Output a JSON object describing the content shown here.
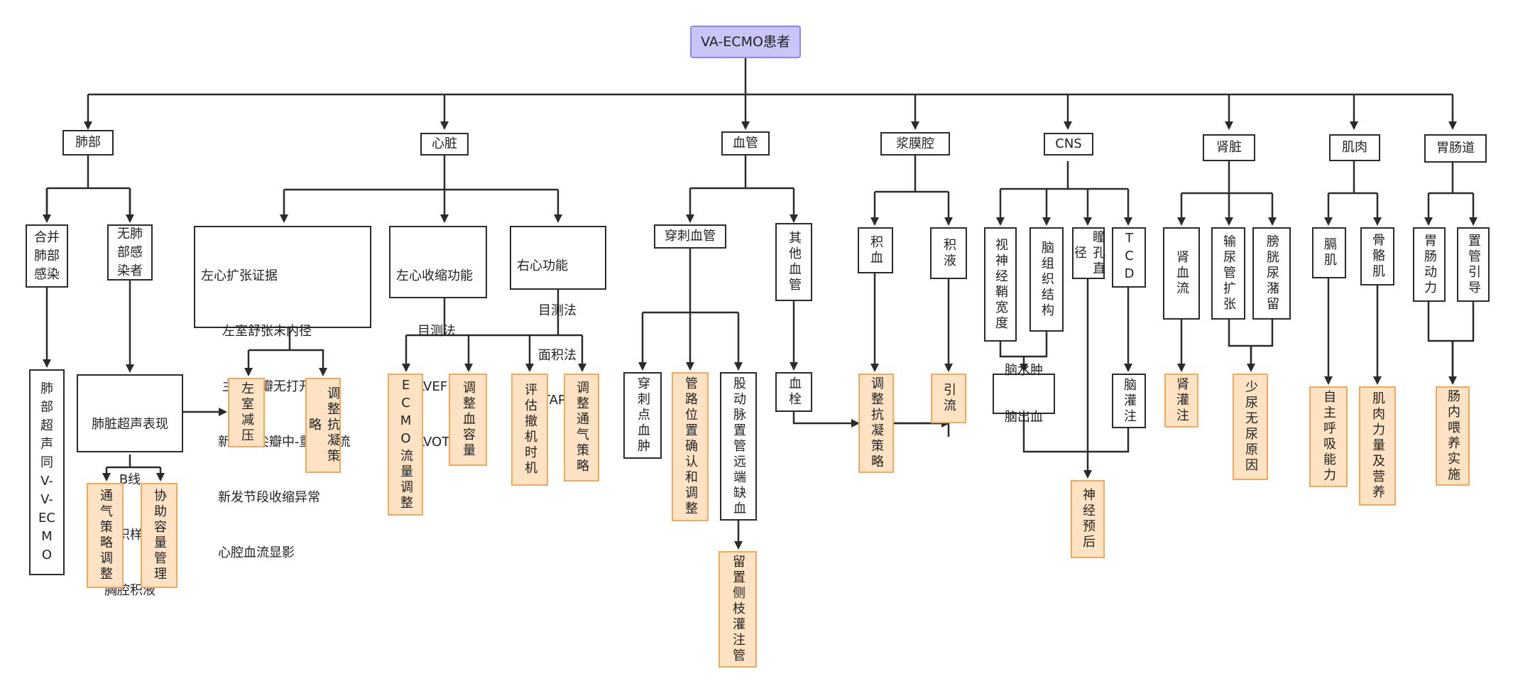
{
  "root": "VA-ECMO患者",
  "lung": {
    "title": "肺部",
    "a": "合并肺部感染",
    "b": "无肺部感染者",
    "us_same": "肺部超声同V-V-ECMO",
    "us_lines": [
      "肺脏超声表现",
      "B线",
      "组织样征",
      "胸腔积液"
    ],
    "o1": "通气策略调整",
    "o2": "协助容量管理"
  },
  "heart": {
    "title": "心脏",
    "lv_dilate": [
      "左心扩张证据",
      "左室舒张末内径",
      "主动脉瓣无打开",
      "新发二尖瓣中-重度反流",
      "新发节段收缩异常",
      "心腔血流显影"
    ],
    "lv_sys": [
      "左心收缩功能",
      "目测法",
      "LVEF",
      "LVOT  VTI"
    ],
    "rv": [
      "右心功能",
      "目测法",
      "面积法",
      "TAPSE"
    ],
    "o_decomp": "左室减压",
    "o_anticoag": "调整抗凝策略",
    "o_ecmo": "ECMO流量调整",
    "o_volume": "调整血容量",
    "o_wean": "评估撤机时机",
    "o_vent": "调整通气策略"
  },
  "vessel": {
    "title": "血管",
    "puncture": "穿刺血管",
    "other": "其他血管",
    "hematoma": "穿刺点血肿",
    "position": "管路位置确认和调整",
    "ischemia": "股动脉置管远端缺血",
    "thrombus": "血栓",
    "o_branch": "留置侧枝灌注管"
  },
  "serosa": {
    "title": "浆膜腔",
    "blood": "积血",
    "fluid": "积液",
    "o_anticoag": "调整抗凝策略",
    "o_drain": "引流"
  },
  "cns": {
    "title": "CNS",
    "onsd": "视神经鞘宽度",
    "brain": "脑组织结构",
    "pupil": "瞳孔直径",
    "tcd": "TCD",
    "edema": [
      "脑水肿",
      "脑出血"
    ],
    "perfusion": "脑灌注",
    "o_prognosis": "神经预后"
  },
  "kidney": {
    "title": "肾脏",
    "flow": "肾血流",
    "ureter": "输尿管扩张",
    "bladder": "膀胱尿潴留",
    "o_perf": "肾灌注",
    "o_cause": "少尿无尿原因"
  },
  "muscle": {
    "title": "肌肉",
    "diaphragm": "膈肌",
    "skeletal": "骨骼肌",
    "o_breath": "自主呼吸能力",
    "o_strength": "肌肉力量及营养"
  },
  "gut": {
    "title": "胃肠道",
    "motility": "胃肠动力",
    "tube": "置管引导",
    "o_feed": "肠内喂养实施"
  }
}
